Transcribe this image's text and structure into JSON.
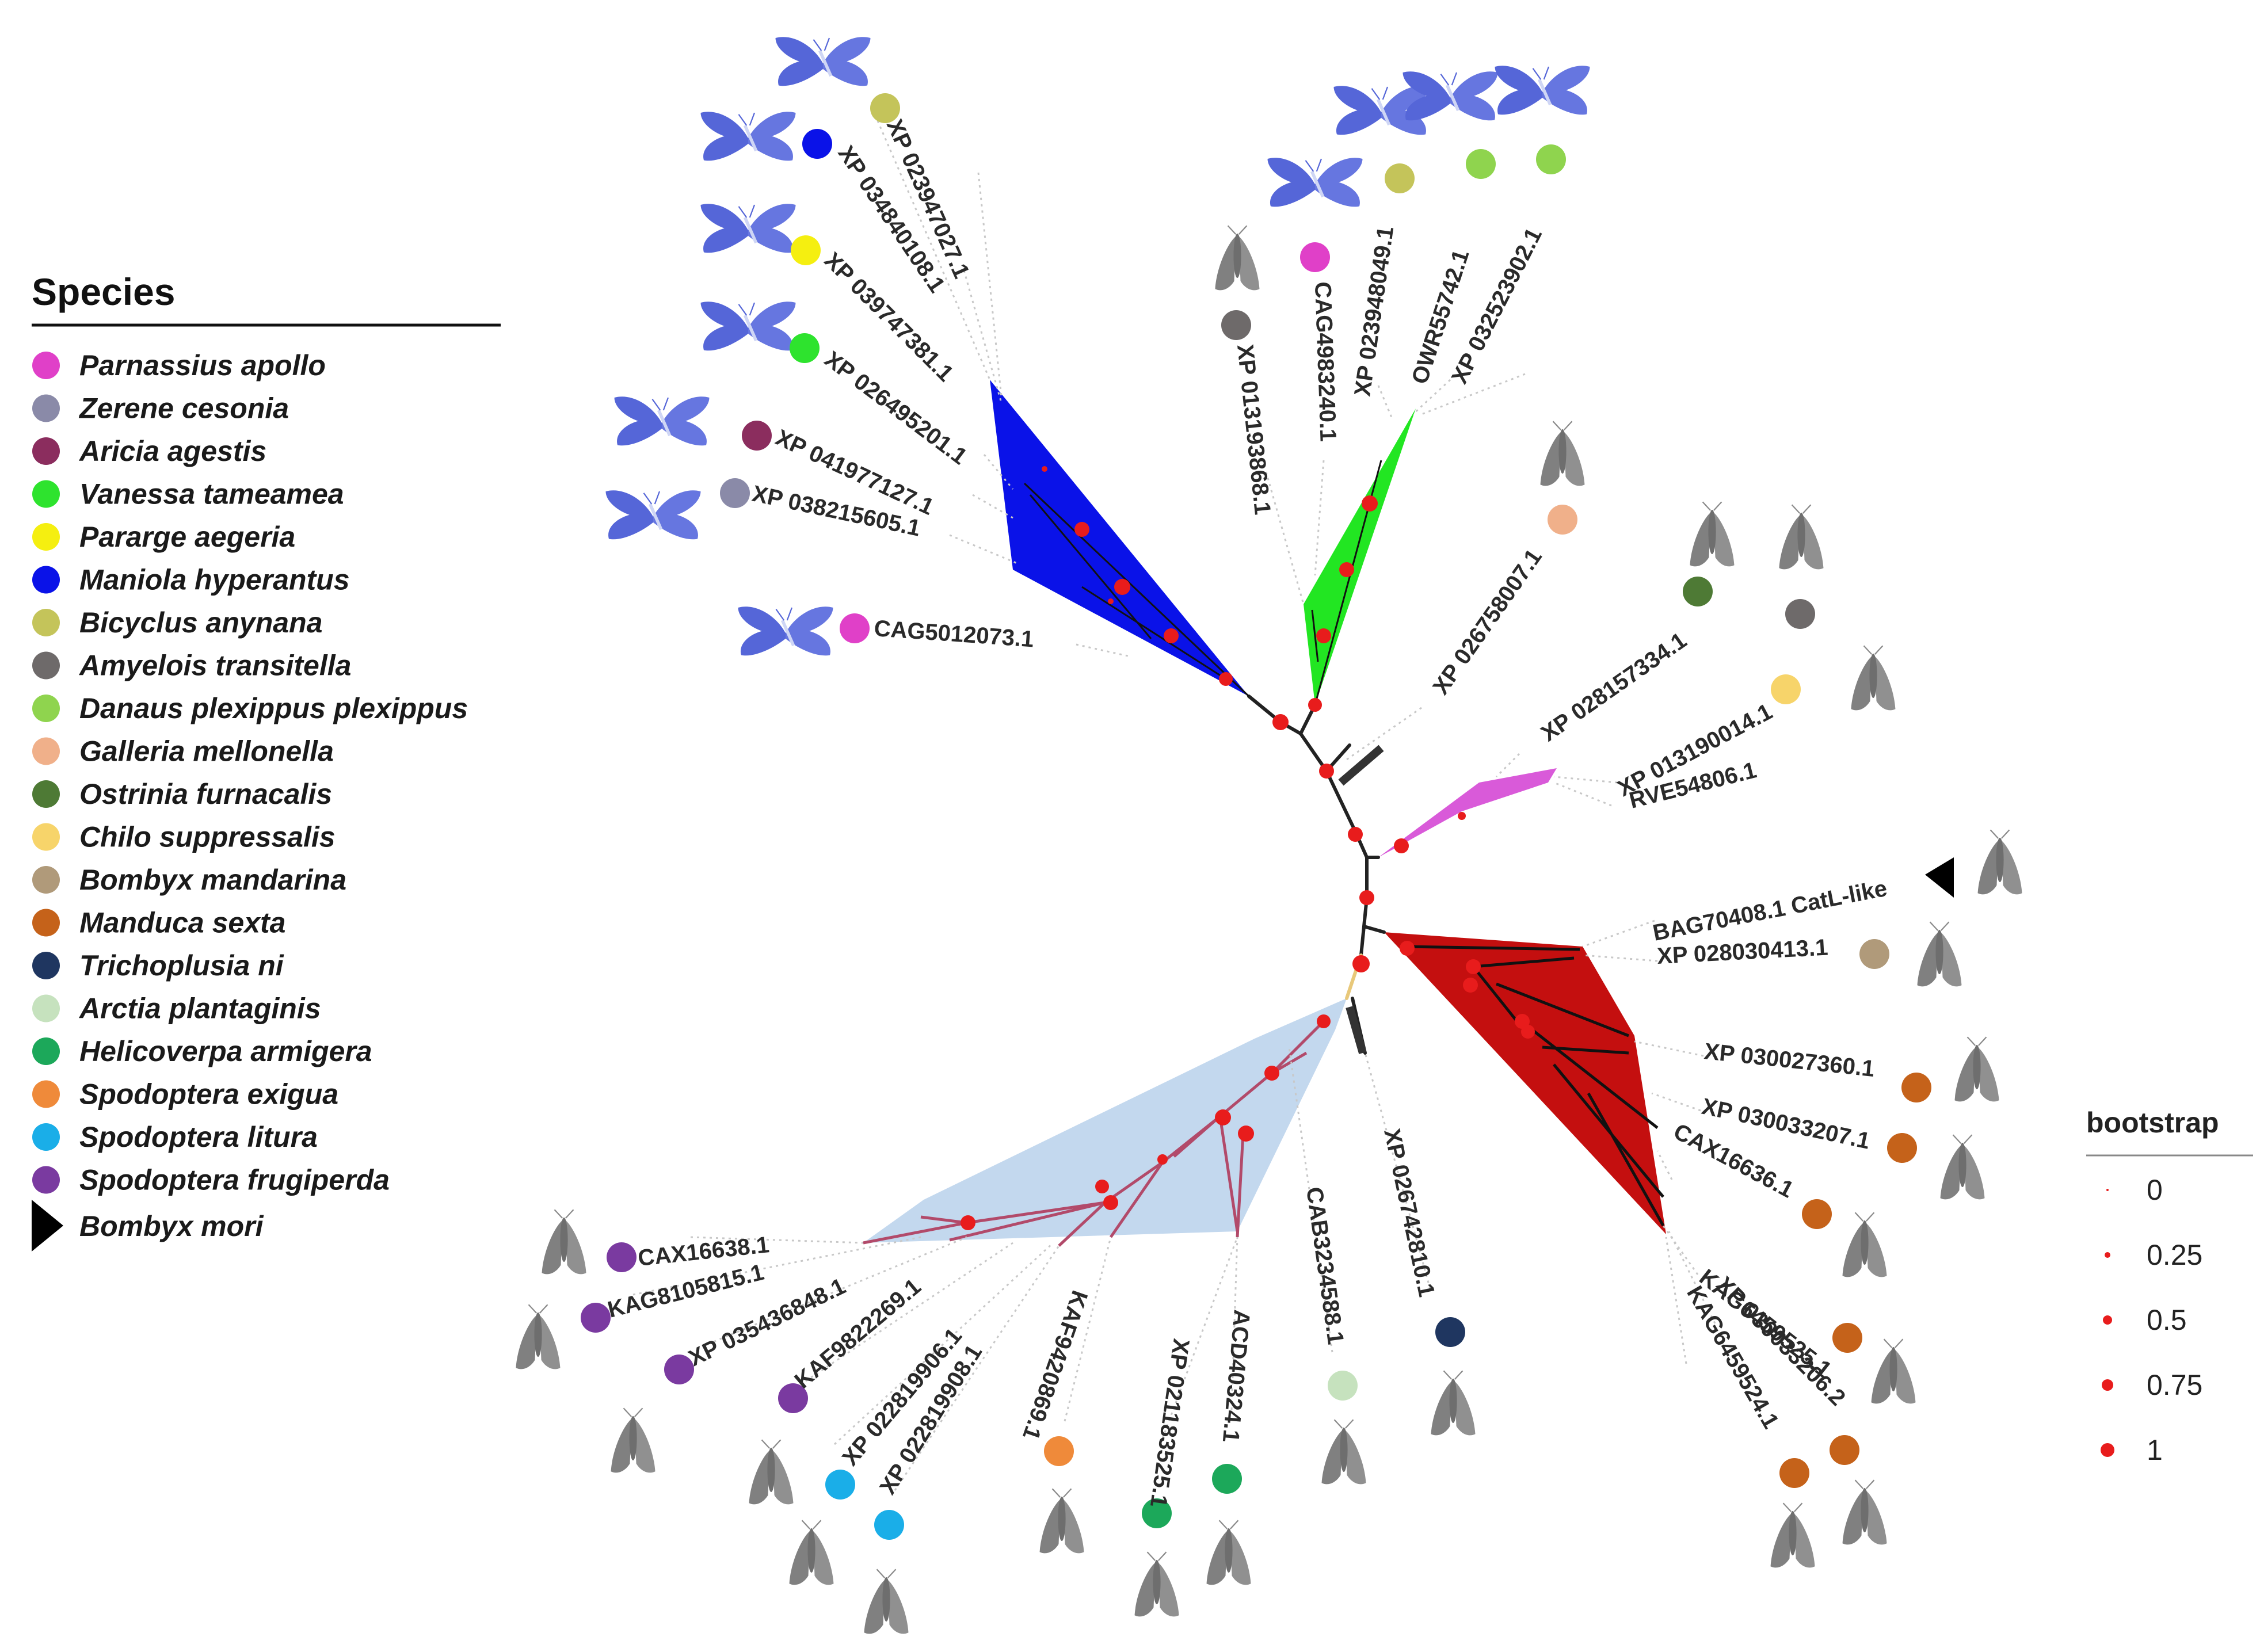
{
  "legend": {
    "title": "Species",
    "items": [
      {
        "name": "Parnassius apollo",
        "color": "#e040c8"
      },
      {
        "name": "Zerene cesonia",
        "color": "#8a8aa8"
      },
      {
        "name": "Aricia agestis",
        "color": "#8b2d5e"
      },
      {
        "name": "Vanessa tameamea",
        "color": "#2ee32e"
      },
      {
        "name": "Pararge aegeria",
        "color": "#f5ef10"
      },
      {
        "name": "Maniola hyperantus",
        "color": "#0a12e8"
      },
      {
        "name": "Bicyclus anynana",
        "color": "#c4c45a"
      },
      {
        "name": "Amyelois transitella",
        "color": "#6e6a6a"
      },
      {
        "name": "Danaus plexippus plexippus",
        "color": "#8fd44e"
      },
      {
        "name": "Galleria mellonella",
        "color": "#f0b08a"
      },
      {
        "name": "Ostrinia furnacalis",
        "color": "#4e7a35"
      },
      {
        "name": "Chilo suppressalis",
        "color": "#f7d46a"
      },
      {
        "name": "Bombyx mandarina",
        "color": "#b09a7a"
      },
      {
        "name": "Manduca sexta",
        "color": "#c5621a"
      },
      {
        "name": "Trichoplusia ni",
        "color": "#1f3660"
      },
      {
        "name": "Arctia plantaginis",
        "color": "#c6e2be"
      },
      {
        "name": "Helicoverpa armigera",
        "color": "#1ca85a"
      },
      {
        "name": "Spodoptera exigua",
        "color": "#ef8a3a"
      },
      {
        "name": "Spodoptera litura",
        "color": "#1aaee8"
      },
      {
        "name": "Spodoptera frugiperda",
        "color": "#7a3aa0"
      }
    ],
    "triangle_label": "Bombyx mori"
  },
  "bootstrap_legend": {
    "title": "bootstrap",
    "levels": [
      "0",
      "0.25",
      "0.5",
      "0.75",
      "1"
    ],
    "color": "#e81c1c"
  },
  "clade_colors": {
    "blue": "#0a12e8",
    "green": "#22e622",
    "magenta": "#d95ad9",
    "red": "#c40f0f",
    "lightblue": "#c3d8ee"
  },
  "tips": [
    {
      "label": "XP 023947027.1",
      "species": "Bicyclus anynana",
      "icon": "butterfly-icon"
    },
    {
      "label": "XP 034840108.1",
      "species": "Maniola hyperantus",
      "icon": "butterfly-icon"
    },
    {
      "label": "XP 039747381.1",
      "species": "Pararge aegeria",
      "icon": "butterfly-icon"
    },
    {
      "label": "XP 026495201.1",
      "species": "Vanessa tameamea",
      "icon": "butterfly-icon"
    },
    {
      "label": "XP 041977127.1",
      "species": "Aricia agestis",
      "icon": "butterfly-icon"
    },
    {
      "label": "XP 038215605.1",
      "species": "Zerene cesonia",
      "icon": "butterfly-icon"
    },
    {
      "label": "CAG5012073.1",
      "species": "Parnassius apollo",
      "icon": "butterfly-icon"
    },
    {
      "label": "XP 013193868.1",
      "species": "Amyelois transitella",
      "icon": "moth-icon"
    },
    {
      "label": "CAG4983240.1",
      "species": "Parnassius apollo",
      "icon": "butterfly-icon"
    },
    {
      "label": "XP 023948049.1",
      "species": "Bicyclus anynana",
      "icon": "butterfly-icon"
    },
    {
      "label": "OWR55742.1",
      "species": "Danaus plexippus plexippus",
      "icon": "butterfly-icon"
    },
    {
      "label": "XP 032523902.1",
      "species": "Danaus plexippus plexippus",
      "icon": "butterfly-icon"
    },
    {
      "label": "XP 026758007.1",
      "species": "Galleria mellonella",
      "icon": "moth-icon"
    },
    {
      "label": "XP 028157334.1",
      "species": "Ostrinia furnacalis",
      "icon": "moth-icon"
    },
    {
      "label": "XP 013190014.1",
      "species": "Amyelois transitella",
      "icon": "moth-icon"
    },
    {
      "label": "RVE54806.1",
      "species": "Chilo suppressalis",
      "icon": "moth-icon"
    },
    {
      "label": "BAG70408.1 CatL-like",
      "species": "Bombyx mori",
      "icon": "moth-icon"
    },
    {
      "label": "XP 028030413.1",
      "species": "Bombyx mandarina",
      "icon": "moth-icon"
    },
    {
      "label": "XP 030027360.1",
      "species": "Manduca sexta",
      "icon": "moth-icon"
    },
    {
      "label": "XP 030033207.1",
      "species": "Manduca sexta",
      "icon": "moth-icon"
    },
    {
      "label": "CAX16636.1",
      "species": "Manduca sexta",
      "icon": "moth-icon"
    },
    {
      "label": "KAG6459525.1",
      "species": "Manduca sexta",
      "icon": "moth-icon"
    },
    {
      "label": "XP 030033206.2",
      "species": "Manduca sexta",
      "icon": "moth-icon"
    },
    {
      "label": "KAG6459524.1",
      "species": "Manduca sexta",
      "icon": "moth-icon"
    },
    {
      "label": "XP 026742810.1",
      "species": "Trichoplusia ni",
      "icon": "moth-icon"
    },
    {
      "label": "CAB3234588.1",
      "species": "Arctia plantaginis",
      "icon": "moth-icon"
    },
    {
      "label": "ACD40324.1",
      "species": "Helicoverpa armigera",
      "icon": "moth-icon"
    },
    {
      "label": "XP 021183525.1",
      "species": "Helicoverpa armigera",
      "icon": "moth-icon"
    },
    {
      "label": "KAF9420869.1",
      "species": "Spodoptera exigua",
      "icon": "moth-icon"
    },
    {
      "label": "XP 022819908.1",
      "species": "Spodoptera litura",
      "icon": "moth-icon"
    },
    {
      "label": "XP 022819906.1",
      "species": "Spodoptera litura",
      "icon": "moth-icon"
    },
    {
      "label": "KAF9822269.1",
      "species": "Spodoptera frugiperda",
      "icon": "moth-icon"
    },
    {
      "label": "XP 035436848.1",
      "species": "Spodoptera frugiperda",
      "icon": "moth-icon"
    },
    {
      "label": "KAG8105815.1",
      "species": "Spodoptera frugiperda",
      "icon": "moth-icon"
    },
    {
      "label": "CAX16638.1",
      "species": "Spodoptera frugiperda",
      "icon": "moth-icon"
    }
  ]
}
